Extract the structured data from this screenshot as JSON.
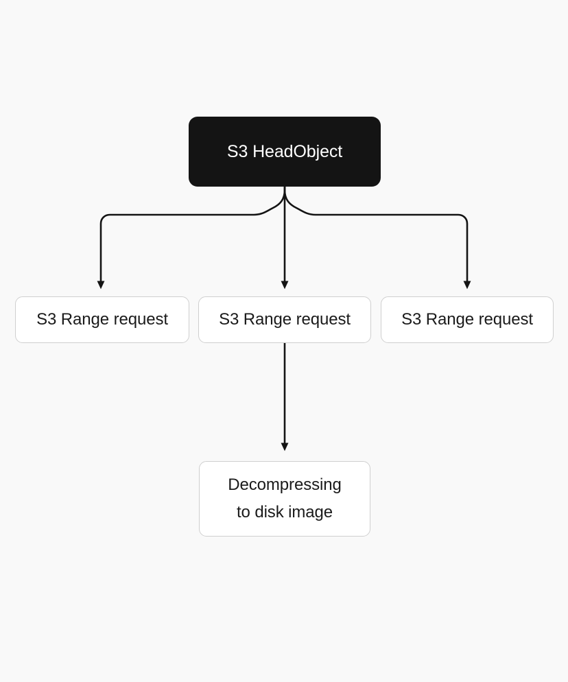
{
  "diagram": {
    "title": "S3 HeadObject fan-out diagram",
    "background_color": "#F9F9F9",
    "root": {
      "label": "S3 HeadObject",
      "fill": "#141414",
      "text_color": "#FFFFFF"
    },
    "branches": [
      {
        "label": "S3 Range request",
        "fill": "#FFFFFF",
        "border_color": "#CFCFCF",
        "text_color": "#1A1A1A"
      },
      {
        "label": "S3 Range request",
        "fill": "#FFFFFF",
        "border_color": "#CFCFCF",
        "text_color": "#1A1A1A"
      },
      {
        "label": "S3 Range request",
        "fill": "#FFFFFF",
        "border_color": "#CFCFCF",
        "text_color": "#1A1A1A"
      }
    ],
    "leaf": {
      "label": "Decompressing\nto disk image",
      "fill": "#FFFFFF",
      "border_color": "#CFCFCF",
      "text_color": "#1A1A1A"
    },
    "edges": {
      "stroke_color": "#141414",
      "arrowhead": "solid-triangle-down",
      "count": 4
    }
  }
}
